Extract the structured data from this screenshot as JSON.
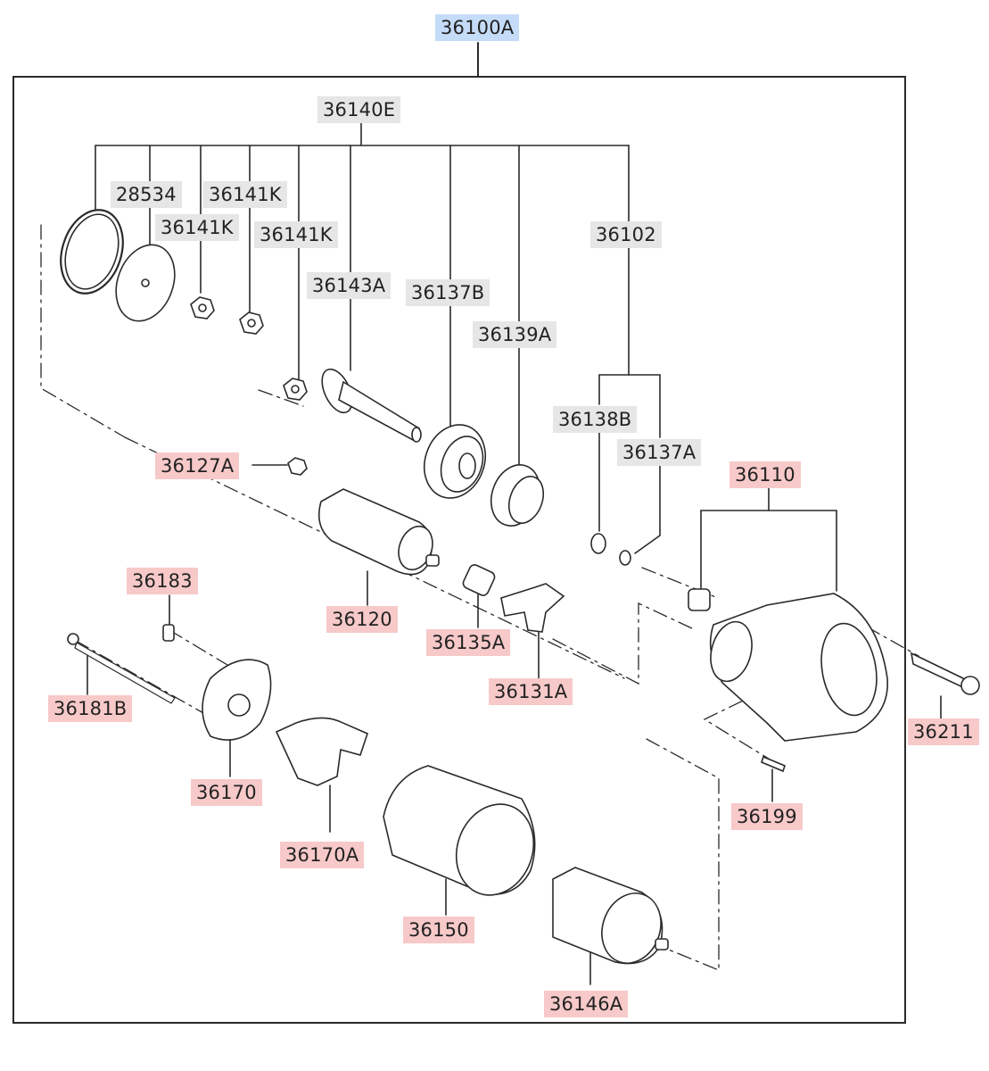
{
  "assembly": {
    "number": "36100A"
  },
  "parts": [
    {
      "id": "36140E",
      "group": "supplied"
    },
    {
      "id": "28534",
      "group": "supplied"
    },
    {
      "id": "36141K",
      "group": "supplied"
    },
    {
      "id": "36141K",
      "group": "supplied"
    },
    {
      "id": "36141K",
      "group": "supplied"
    },
    {
      "id": "36143A",
      "group": "supplied"
    },
    {
      "id": "36137B",
      "group": "supplied"
    },
    {
      "id": "36139A",
      "group": "supplied"
    },
    {
      "id": "36102",
      "group": "supplied"
    },
    {
      "id": "36138B",
      "group": "supplied"
    },
    {
      "id": "36137A",
      "group": "supplied"
    },
    {
      "id": "36127A",
      "group": "available"
    },
    {
      "id": "36110",
      "group": "available"
    },
    {
      "id": "36183",
      "group": "available"
    },
    {
      "id": "36120",
      "group": "available"
    },
    {
      "id": "36135A",
      "group": "available"
    },
    {
      "id": "36131A",
      "group": "available"
    },
    {
      "id": "36181B",
      "group": "available"
    },
    {
      "id": "36211",
      "group": "available"
    },
    {
      "id": "36170",
      "group": "available"
    },
    {
      "id": "36199",
      "group": "available"
    },
    {
      "id": "36170A",
      "group": "available"
    },
    {
      "id": "36150",
      "group": "available"
    },
    {
      "id": "36146A",
      "group": "available"
    }
  ],
  "colors": {
    "gray": "#e6e6e6",
    "red": "#f7c9c9",
    "blue": "#c5dcf8",
    "line": "#2a2a2a"
  }
}
